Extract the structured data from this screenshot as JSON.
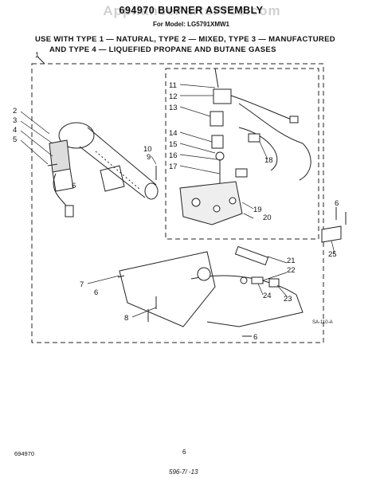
{
  "watermark": "AppliancePartsPros.com",
  "header": {
    "title": "694970 BURNER ASSEMBLY",
    "model": "For Model: LG5791XMW1",
    "use_line1": "USE WITH TYPE 1 — NATURAL, TYPE 2 — MIXED, TYPE 3 — MANUFACTURED",
    "use_line2": "AND TYPE 4 — LIQUEFIED PROPANE AND BUTANE GASES"
  },
  "callouts": [
    "1",
    "2",
    "3",
    "4",
    "5",
    "6",
    "7",
    "8",
    "9",
    "10",
    "11",
    "12",
    "13",
    "14",
    "15",
    "16",
    "17",
    "18",
    "19",
    "20",
    "21",
    "22",
    "23",
    "24",
    "25"
  ],
  "illustration_ref": "SA-110-A",
  "footer": {
    "doc_number": "694970",
    "page_number": "6",
    "handwritten": "596-7/ -13"
  }
}
